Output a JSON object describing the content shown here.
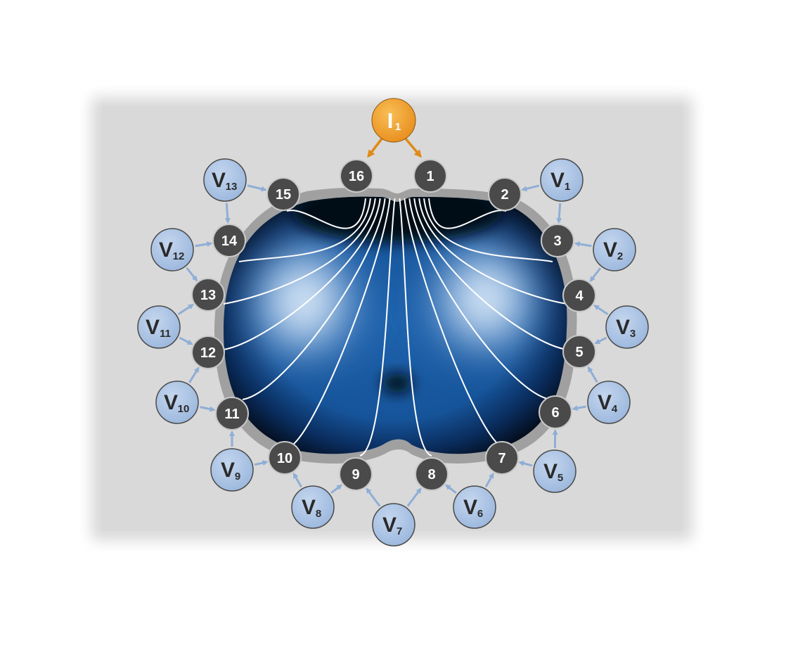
{
  "current_source": {
    "letter": "I",
    "sub": "1"
  },
  "electrodes": [
    "1",
    "2",
    "3",
    "4",
    "5",
    "6",
    "7",
    "8",
    "9",
    "10",
    "11",
    "12",
    "13",
    "14",
    "15",
    "16"
  ],
  "voltage_measurements": [
    {
      "letter": "V",
      "sub": "1"
    },
    {
      "letter": "V",
      "sub": "2"
    },
    {
      "letter": "V",
      "sub": "3"
    },
    {
      "letter": "V",
      "sub": "4"
    },
    {
      "letter": "V",
      "sub": "5"
    },
    {
      "letter": "V",
      "sub": "6"
    },
    {
      "letter": "V",
      "sub": "7"
    },
    {
      "letter": "V",
      "sub": "8"
    },
    {
      "letter": "V",
      "sub": "9"
    },
    {
      "letter": "V",
      "sub": "10"
    },
    {
      "letter": "V",
      "sub": "11"
    },
    {
      "letter": "V",
      "sub": "12"
    },
    {
      "letter": "V",
      "sub": "13"
    }
  ],
  "colors": {
    "background_panel": "#d8d8d8",
    "thorax_outline": "#9a9a9a",
    "electrode_fill": "#4a4a4a",
    "electrode_stroke": "#c8c8c8",
    "voltage_fill": "#a9c0e0",
    "voltage_stroke": "#4a4a4a",
    "voltage_arrow": "#8faed6",
    "current_fill": "#f0a030",
    "current_arrow": "#e08a18",
    "field_line": "#ffffff",
    "tissue_dark": "#020a1a",
    "tissue_mid": "#1a5aa0",
    "tissue_light": "#e8f4ff"
  }
}
